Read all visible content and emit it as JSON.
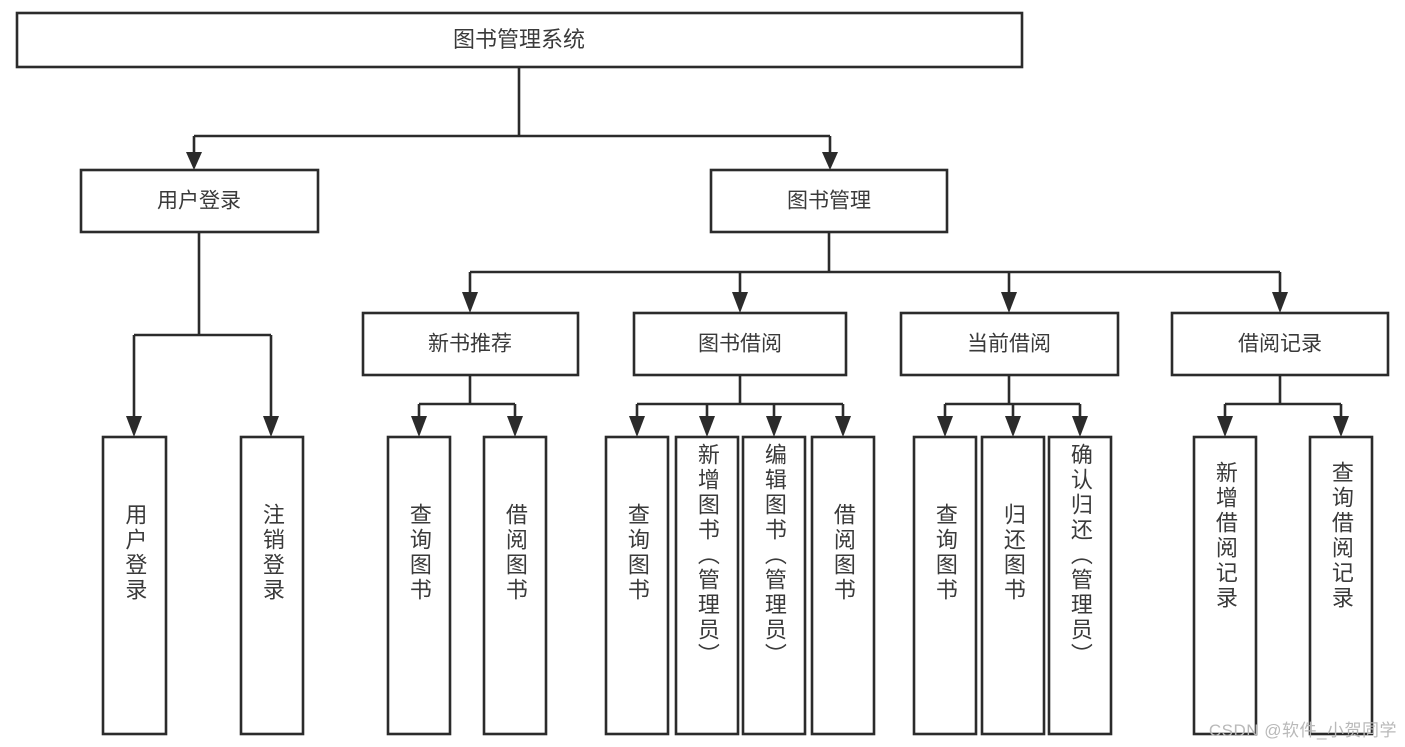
{
  "diagram": {
    "type": "tree",
    "title": "图书管理系统",
    "watermark": "CSDN @软件_小贺同学",
    "colors": {
      "stroke": "#2b2b2b",
      "box_fill": "#ffffff",
      "text": "#3a3a3a",
      "watermark": "#b9b9b9",
      "background": "#ffffff"
    },
    "root": {
      "label": "图书管理系统"
    },
    "level2": [
      {
        "label": "用户登录"
      },
      {
        "label": "图书管理"
      }
    ],
    "level3": [
      {
        "label": "新书推荐"
      },
      {
        "label": "图书借阅"
      },
      {
        "label": "当前借阅"
      },
      {
        "label": "借阅记录"
      }
    ],
    "leaves": {
      "user_login": [
        {
          "label": "用户登录"
        },
        {
          "label": "注销登录"
        }
      ],
      "new_book_recommend": [
        {
          "label": "查询图书"
        },
        {
          "label": "借阅图书"
        }
      ],
      "book_borrow": [
        {
          "label": "查询图书"
        },
        {
          "label": "新增图书（管理员）"
        },
        {
          "label": "编辑图书（管理员）"
        },
        {
          "label": "借阅图书"
        }
      ],
      "current_borrow": [
        {
          "label": "查询图书"
        },
        {
          "label": "归还图书"
        },
        {
          "label": "确认归还（管理员）"
        }
      ],
      "borrow_record": [
        {
          "label": "新增借阅记录"
        },
        {
          "label": "查询借阅记录"
        }
      ]
    }
  }
}
